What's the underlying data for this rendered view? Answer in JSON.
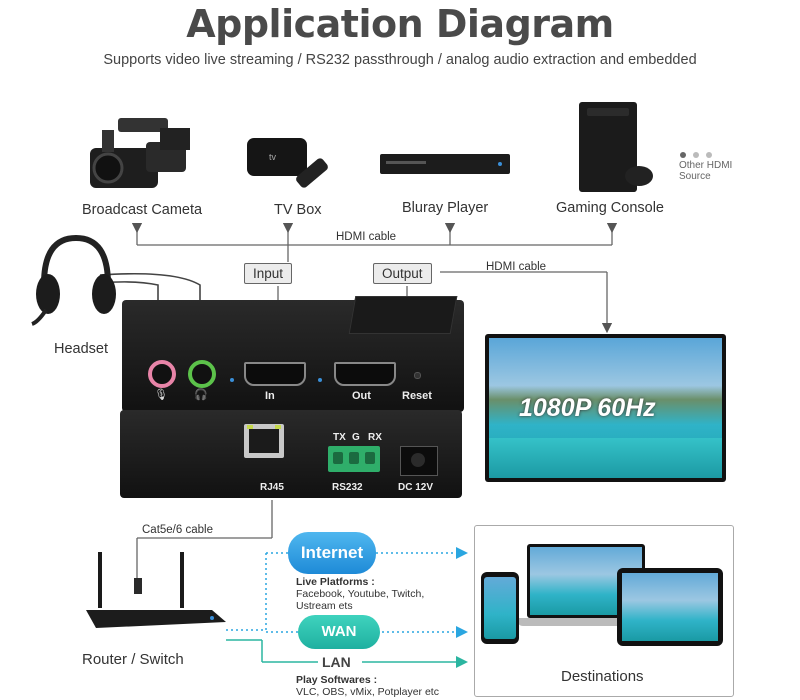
{
  "header": {
    "title": "Application Diagram",
    "subtitle": "Supports video live streaming / RS232 passthrough / analog audio extraction and embedded"
  },
  "sources": {
    "camera": "Broadcast Cameta",
    "tvbox": "TV Box",
    "bluray": "Bluray Player",
    "console": "Gaming Console",
    "other_line1": "Other HDMI",
    "other_line2": "Source"
  },
  "cables": {
    "hdmi_top": "HDMI cable",
    "hdmi_right": "HDMI cable",
    "cat": "Cat5e/6 cable"
  },
  "headset": "Headset",
  "front_panel": {
    "input_tag": "Input",
    "output_tag": "Output",
    "in": "In",
    "out": "Out",
    "reset": "Reset"
  },
  "rear_panel": {
    "rj45": "RJ45",
    "tx": "TX",
    "g": "G",
    "rx": "RX",
    "rs232": "RS232",
    "dc": "DC 12V"
  },
  "display": {
    "text": "1080P 60Hz"
  },
  "network": {
    "internet": "Internet",
    "live_title": "Live Platforms :",
    "live_line1": "Facebook, Youtube, Twitch,",
    "live_line2": "Ustream ets",
    "wan": "WAN",
    "lan": "LAN",
    "play_title": "Play Softwares :",
    "play_line1": "VLC, OBS, vMix, Potplayer etc"
  },
  "router": "Router / Switch",
  "destinations": "Destinations",
  "colors": {
    "line": "#555555",
    "dotted": "#2aa6e0",
    "lan": "#2bb5a0",
    "cloud": "#1e8ad7",
    "screen": "#2fb3c8"
  }
}
